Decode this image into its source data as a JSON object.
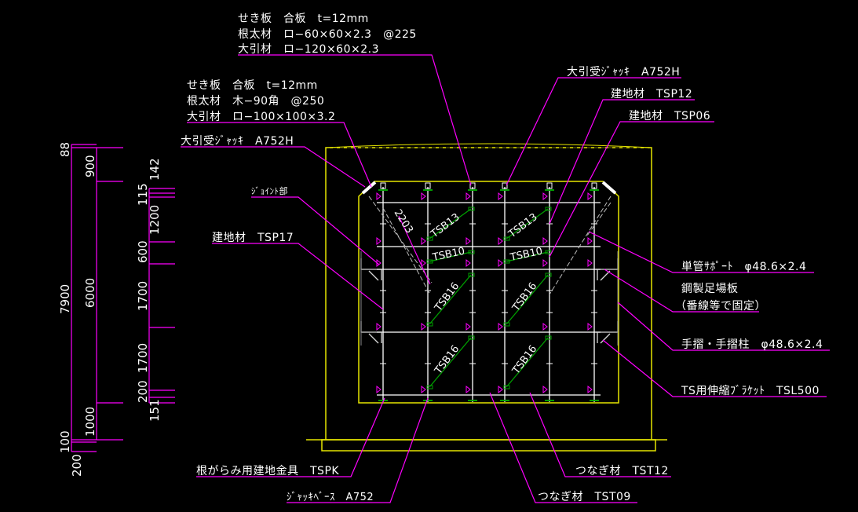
{
  "colors": {
    "background": "#000000",
    "leader": "#ff00ff",
    "outline": "#e6e600",
    "scaffold": "#d8d8d8",
    "brace": "#00a000"
  },
  "notes": {
    "upper_spec": [
      "せき板　合板　t=12mm",
      "根太材　ロ−60×60×2.3　@225",
      "大引材　ロ−120×60×2.3"
    ],
    "lower_spec": [
      "せき板　合板　t=12mm",
      "根太材　木−90角　@250",
      "大引材　ロ−100×100×3.2"
    ]
  },
  "labels": {
    "jack_left": "大引受ｼﾞｬｯｷ　A752H",
    "joint": "ｼﾞｮｲﾝﾄ部",
    "tsp17": "建地材　TSP17",
    "jack_right": "大引受ｼﾞｬｯｷ　A752H",
    "tsp12": "建地材　TSP12",
    "tsp06": "建地材　TSP06",
    "support": "単管ｻﾎﾟｰﾄ　φ48.6×2.4",
    "deck_1": "鋼製足場板",
    "deck_2": "（番線等で固定）",
    "handrail": "手摺・手摺柱　φ48.6×2.4",
    "bracket": "TS用伸縮ﾌﾞﾗｹｯﾄ　TSL500",
    "tspk": "根がらみ用建地金具　TSPK",
    "jack_base": "ｼﾞｬｯｷﾍﾞｰｽ　A752",
    "tst12": "つなぎ材　TST12",
    "tst09": "つなぎ材　TST09"
  },
  "braces": {
    "b13": "TSB13",
    "b10": "TSB10",
    "b16": "TSB16",
    "diag": "2203"
  },
  "dimensions": {
    "outer": [
      "88",
      "7900",
      "100",
      "200"
    ],
    "middle": [
      "900",
      "6000",
      "1000"
    ],
    "inner": [
      "142",
      "115",
      "1200",
      "600",
      "1700",
      "1700",
      "200",
      "151"
    ]
  }
}
